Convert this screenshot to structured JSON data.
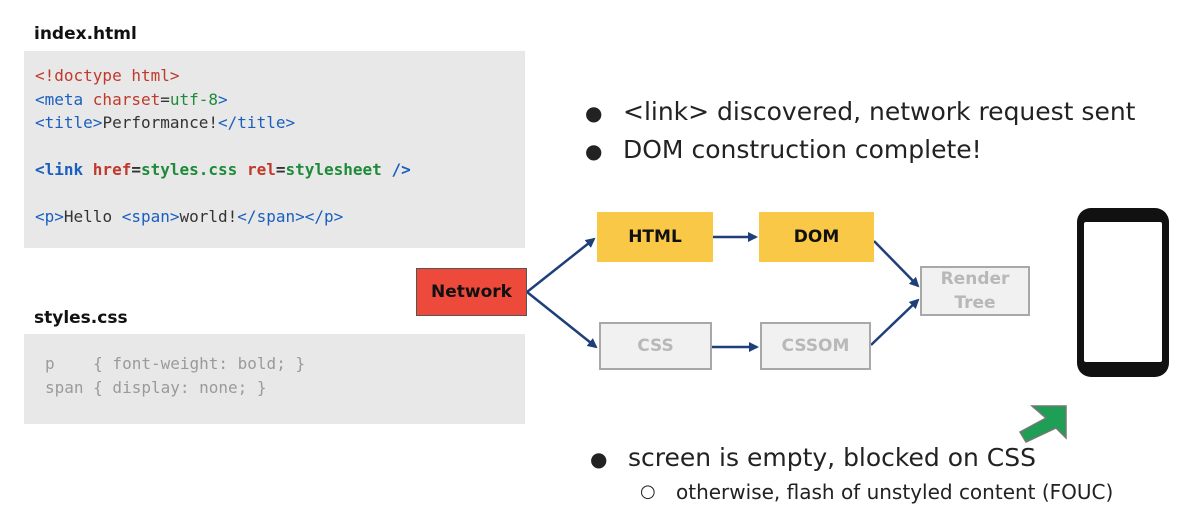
{
  "index_file": {
    "label": "index.html",
    "line1": "<!doctype html>",
    "line2_tag": "<meta ",
    "line2_attr": "charset",
    "line2_eq": "=",
    "line2_val": "utf-8",
    "line2_end": ">",
    "line3_open": "<title>",
    "line3_text": "Performance!",
    "line3_close": "</title>",
    "line4_tag": "<link ",
    "line4_attr1": "href",
    "line4_eq1": "=",
    "line4_val1": "styles.css ",
    "line4_attr2": "rel",
    "line4_eq2": "=",
    "line4_val2": "stylesheet ",
    "line4_end": "/>",
    "line5_p": "<p>",
    "line5_text1": "Hello ",
    "line5_span": "<span>",
    "line5_text2": "world!",
    "line5_span_close": "</span>",
    "line5_p_close": "</p>"
  },
  "styles_file": {
    "label": "styles.css",
    "line1": "p    { font-weight: bold; }",
    "line2": "span { display: none; }"
  },
  "bullets_top": [
    "<link> discovered, network request sent",
    "DOM construction complete!"
  ],
  "bullet_symbol": "●",
  "sub_bullet_symbol": "○",
  "bullet_bottom": "screen is empty, blocked on CSS",
  "sub_bullet": "otherwise, flash of unstyled content (FOUC)",
  "nodes": {
    "network": "Network",
    "html": "HTML",
    "dom": "DOM",
    "css": "CSS",
    "cssom": "CSSOM",
    "render_line1": "Render",
    "render_line2": "Tree"
  },
  "colors": {
    "yellow": "#f9c846",
    "red": "#ee4a3b",
    "arrow": "#1f3f7a",
    "green_arrow": "#1f9e55",
    "code_bg": "#e8e8e8"
  },
  "icons": [
    "phone-icon",
    "green-arrow-icon"
  ]
}
